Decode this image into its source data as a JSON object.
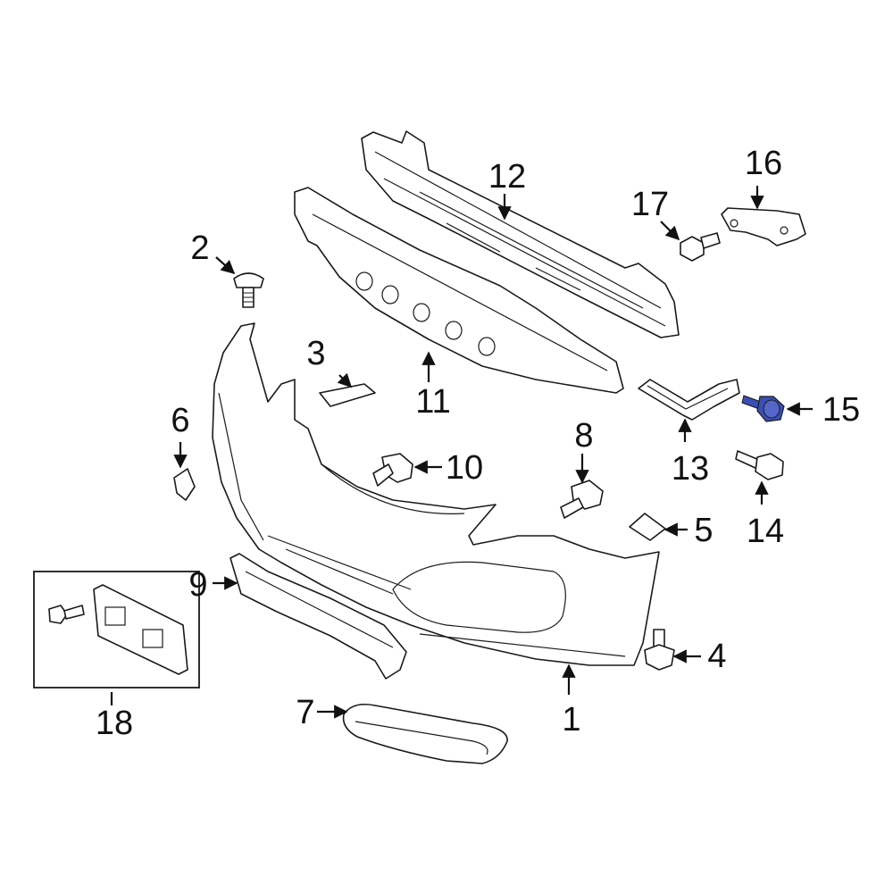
{
  "diagram": {
    "highlight_color": "#3a4fb5",
    "line_color": "#1a1a1a",
    "callouts": [
      "1",
      "2",
      "3",
      "4",
      "5",
      "6",
      "7",
      "8",
      "9",
      "10",
      "11",
      "12",
      "13",
      "14",
      "15",
      "16",
      "17",
      "18"
    ],
    "highlighted_part": "15"
  }
}
